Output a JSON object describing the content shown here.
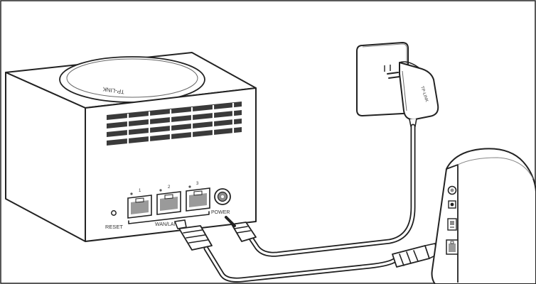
{
  "router": {
    "logo_text": "TP-LINK",
    "ports": [
      {
        "number": "1"
      },
      {
        "number": "2"
      },
      {
        "number": "3"
      }
    ],
    "reset_label": "RESET",
    "wan_lan_label": "WAN/LAN",
    "power_label": "POWER"
  },
  "adapter": {
    "logo_text": "TP-LINK"
  },
  "colors": {
    "line": "#222222",
    "background": "#ffffff",
    "port_gray": "#9a9a9a"
  }
}
